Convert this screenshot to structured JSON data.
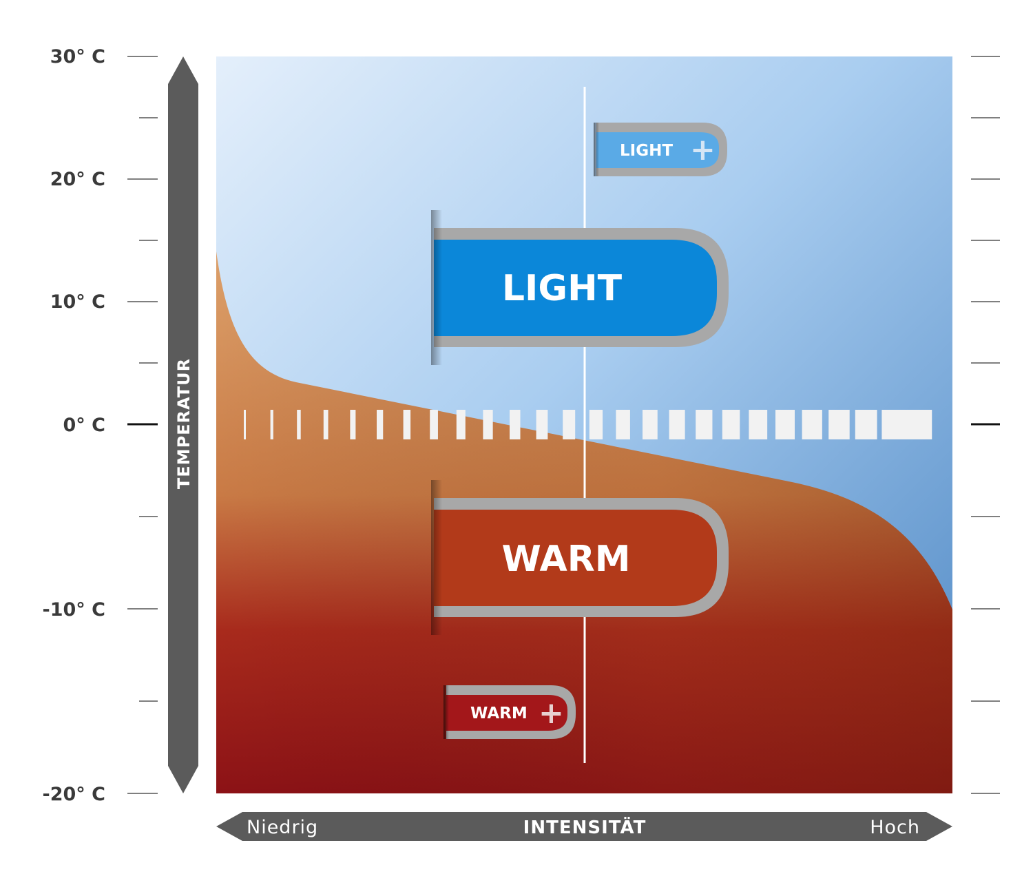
{
  "axis_left": {
    "ticks": [
      {
        "label": "30° C",
        "value": 30
      },
      {
        "label": "20° C",
        "value": 20
      },
      {
        "label": "10° C",
        "value": 10
      },
      {
        "label": "0° C",
        "value": 0
      },
      {
        "label": "-10° C",
        "value": -10
      },
      {
        "label": "-20° C",
        "value": -20
      }
    ],
    "title": "TEMPERATUR"
  },
  "axis_bottom": {
    "low_label": "Niedrig",
    "title": "INTENSITÄT",
    "high_label": "Hoch"
  },
  "badges": {
    "light_plus": "LIGHT",
    "light": "LIGHT",
    "warm": "WARM",
    "warm_plus": "WARM"
  },
  "colors": {
    "light_blue": "#0b87d9",
    "light_plus_blue": "#5aaae6",
    "warm_orange": "#b23a1a",
    "warm_plus_red": "#a3171a",
    "frame_gray": "#a8a8a8",
    "axis_gray": "#5b5b5b"
  }
}
